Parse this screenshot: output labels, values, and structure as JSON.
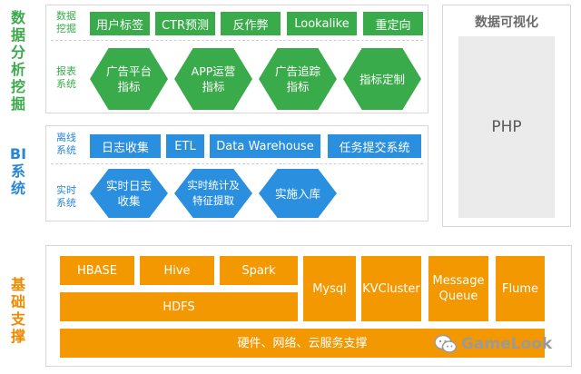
{
  "mining": {
    "title": "数据分析挖掘",
    "row1_label": "数据挖掘",
    "row1_items": [
      "用户标签",
      "CTR预测",
      "反作弊",
      "Lookalike",
      "重定向"
    ],
    "row2_label": "报表系统",
    "row2_items": [
      "广告平台指标",
      "APP运营指标",
      "广告追踪指标",
      "指标定制"
    ]
  },
  "bi": {
    "title": "BI系统",
    "row1_label": "离线系统",
    "row1_items": [
      "日志收集",
      "ETL",
      "Data Warehouse",
      "任务提交系统"
    ],
    "row2_label": "实时系统",
    "row2_items": [
      "实时日志收集",
      "实时统计及特征提取",
      "实施入库"
    ]
  },
  "base": {
    "title": "基础支撑",
    "items_top": [
      "HBASE",
      "Hive",
      "Spark"
    ],
    "hdfs": "HDFS",
    "items_tall": [
      "Mysql",
      "KVCluster",
      "Message Queue",
      "Flume"
    ],
    "bottom": "硬件、网络、云服务支撑"
  },
  "viz": {
    "title": "数据可视化",
    "php": "PHP"
  },
  "watermark": {
    "text": "GameLook",
    "icon": "wechat-icon"
  },
  "colors": {
    "green": "#3aab4a",
    "blue": "#2b8fe0",
    "orange": "#f39800"
  }
}
